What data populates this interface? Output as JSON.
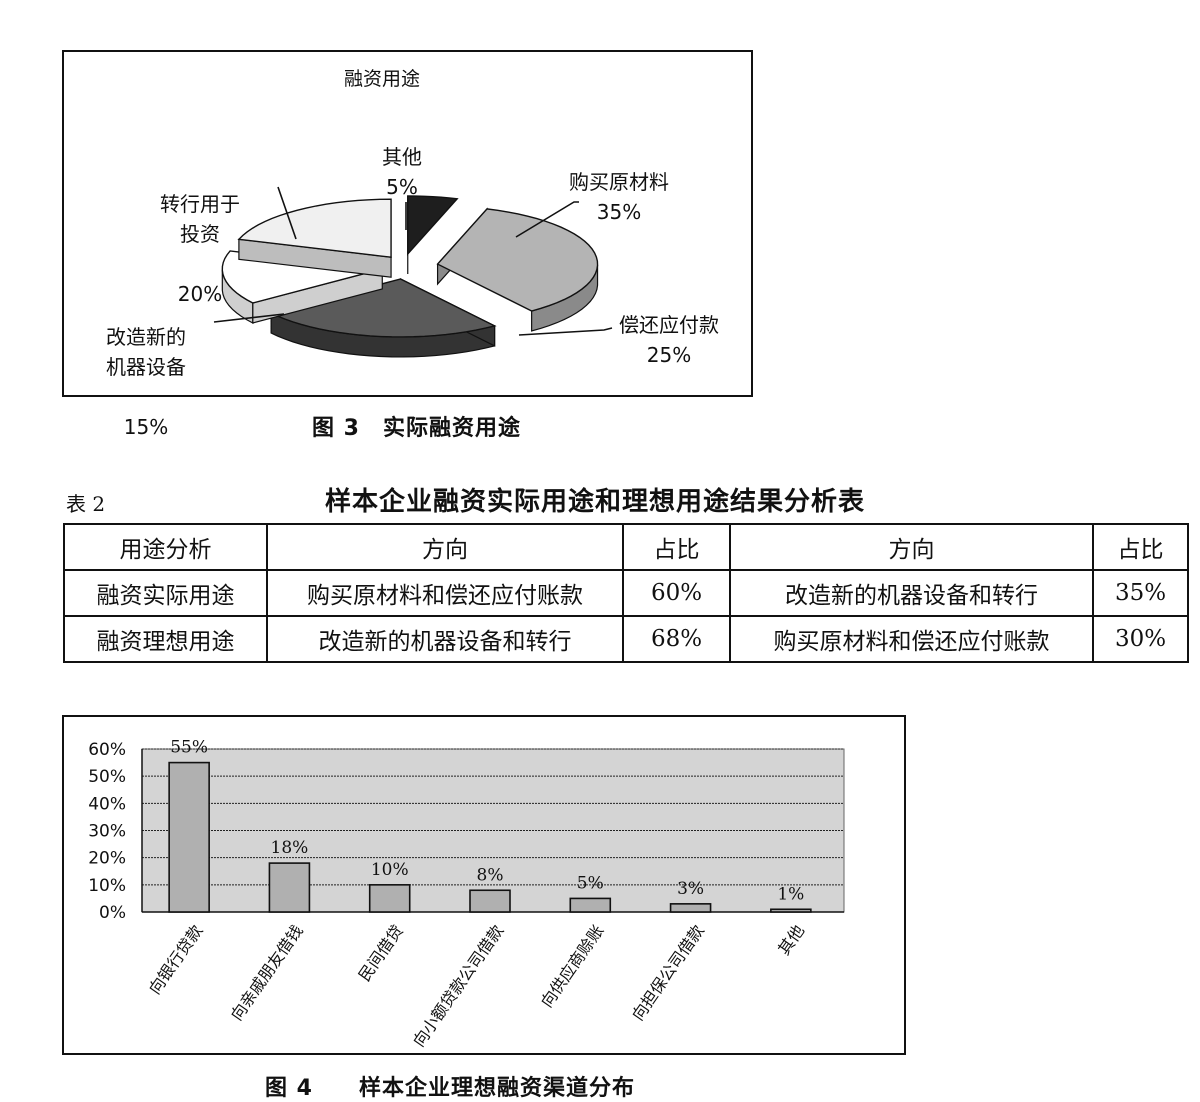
{
  "figure3": {
    "title": "融资用途",
    "caption": "图 3　实际融资用途",
    "labels": [
      {
        "name": "购买原材料",
        "pct": "35%"
      },
      {
        "name": "偿还应付款",
        "pct": "25%"
      },
      {
        "name": "改造新的\n机器设备",
        "pct": "15%"
      },
      {
        "name": "转行用于\n投资",
        "pct": "20%"
      },
      {
        "name": "其他",
        "pct": "5%"
      }
    ]
  },
  "table2": {
    "number": "表 2",
    "title": "样本企业融资实际用途和理想用途结果分析表",
    "header": [
      "用途分析",
      "方向",
      "占比",
      "方向",
      "占比"
    ],
    "rows": [
      [
        "融资实际用途",
        "购买原材料和偿还应付账款",
        "60%",
        "改造新的机器设备和转行",
        "35%"
      ],
      [
        "融资理想用途",
        "改造新的机器设备和转行",
        "68%",
        "购买原材料和偿还应付账款",
        "30%"
      ]
    ]
  },
  "figure4": {
    "caption": "图 4　　样本企业理想融资渠道分布"
  },
  "chart_data": [
    {
      "type": "pie",
      "title": "融资用途",
      "categories": [
        "购买原材料",
        "偿还应付款",
        "改造新的机器设备",
        "转行用于投资",
        "其他"
      ],
      "values": [
        35,
        25,
        15,
        20,
        5
      ],
      "colors": [
        "#b4b4b4",
        "#5a5a5a",
        "#ffffff",
        "#f0f0f0",
        "#1e1e1e"
      ],
      "unit": "%"
    },
    {
      "type": "bar",
      "categories": [
        "向银行贷款",
        "向亲戚朋友借钱",
        "民间借贷",
        "向小额贷款公司借款",
        "向供应商赊账",
        "向担保公司借款",
        "其他"
      ],
      "values": [
        55,
        18,
        10,
        8,
        5,
        3,
        1
      ],
      "data_labels": [
        "55%",
        "18%",
        "10%",
        "8%",
        "5%",
        "3%",
        "1%"
      ],
      "yticks": [
        "0%",
        "10%",
        "20%",
        "30%",
        "40%",
        "50%",
        "60%"
      ],
      "ylim": [
        0,
        60
      ],
      "grid": true,
      "plot_background": "#d4d4d4",
      "bar_color": "#b0b0b0"
    }
  ]
}
